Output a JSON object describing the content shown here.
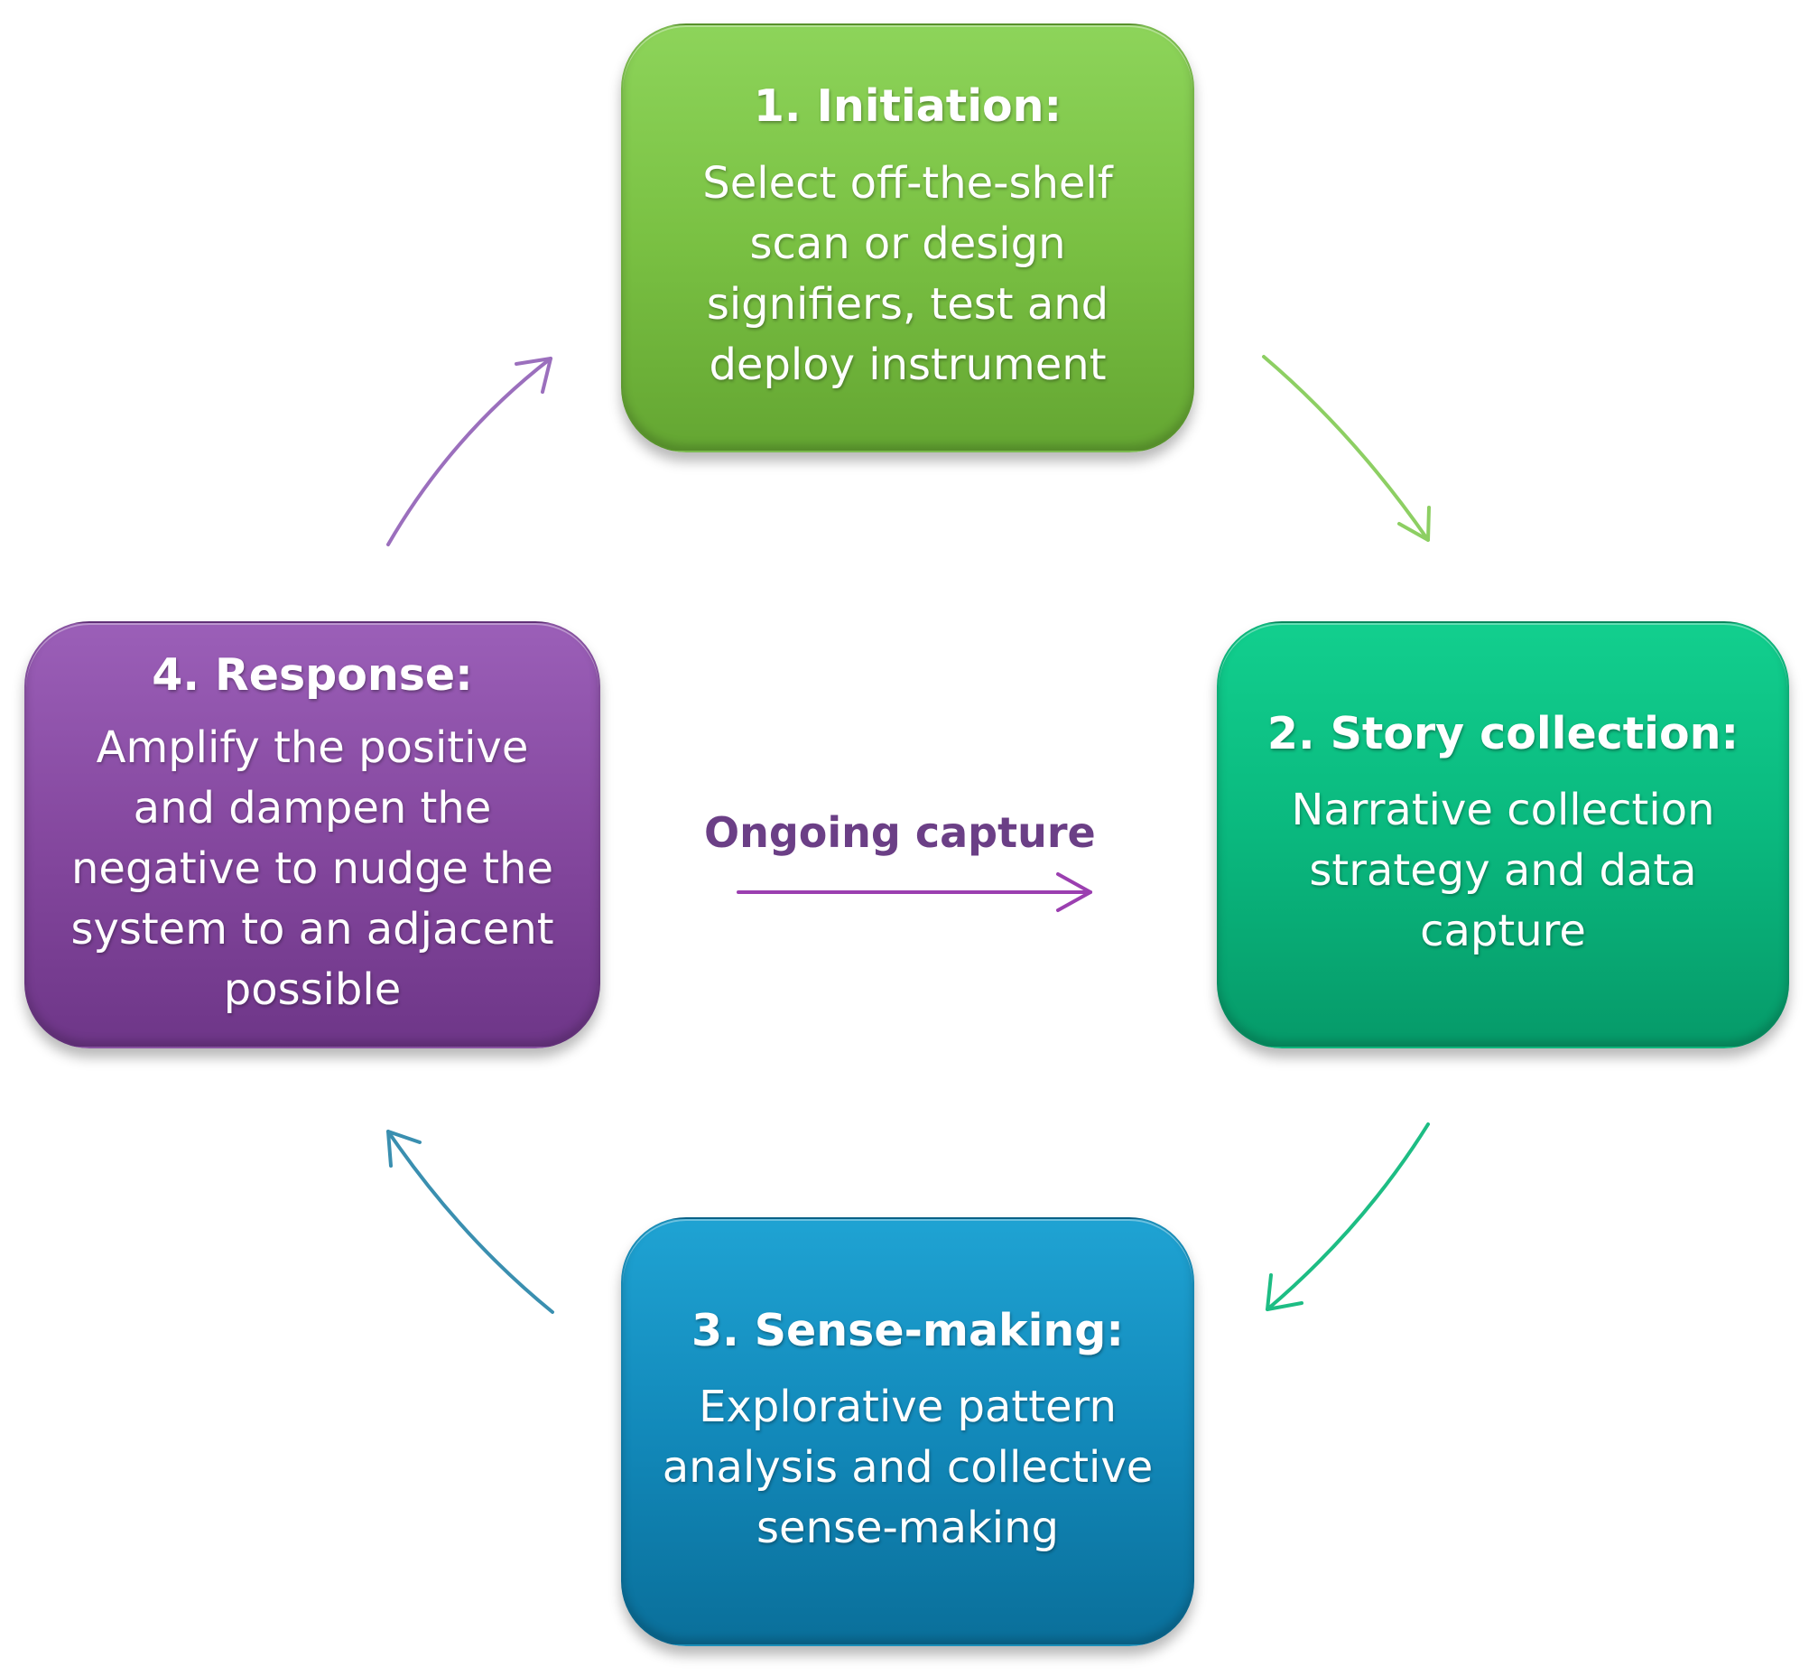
{
  "steps": [
    {
      "title": "1. Initiation:",
      "body_lines": [
        "Select off-the-shelf",
        "scan or design",
        "signifiers, test and",
        "deploy instrument"
      ],
      "color": "#7ac143"
    },
    {
      "title": "2. Story collection:",
      "body_lines": [
        "Narrative collection",
        "strategy and data",
        "capture"
      ],
      "color": "#0ab87e"
    },
    {
      "title": "3. Sense-making:",
      "body_lines": [
        "Explorative pattern",
        "analysis and collective",
        "sense-making"
      ],
      "color": "#1289ba"
    },
    {
      "title": "4. Response:",
      "body_lines": [
        "Amplify the positive",
        "and dampen the",
        "negative to nudge the",
        "system to an adjacent",
        "possible"
      ],
      "color": "#85489f"
    }
  ],
  "center": {
    "label": "Ongoing capture",
    "color": "#6b3f86",
    "arrow_color": "#9b3fb0"
  },
  "arrow_colors": {
    "initiation_to_collection": "#8dcf63",
    "collection_to_sensemaking": "#1dbd84",
    "sensemaking_to_response": "#3a8fb0",
    "response_to_initiation": "#9b6fbd"
  }
}
